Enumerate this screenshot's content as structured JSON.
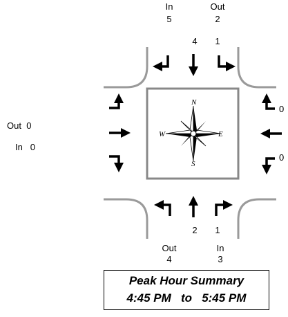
{
  "colors": {
    "road": "#9a9a9a",
    "arrow": "#000000",
    "box_border": "#888888"
  },
  "north": {
    "in_label": "In",
    "in_value": "5",
    "out_label": "Out",
    "out_value": "2",
    "lane_counts": [
      "4",
      "1"
    ]
  },
  "south": {
    "out_label": "Out",
    "out_value": "4",
    "in_label": "In",
    "in_value": "3",
    "lane_counts": [
      "2",
      "1"
    ]
  },
  "west": {
    "out_label": "Out",
    "out_value": "0",
    "in_label": "In",
    "in_value": "0"
  },
  "east": {
    "top_value": "0",
    "bottom_value": "0"
  },
  "compass": {
    "n": "N",
    "s": "S",
    "e": "E",
    "w": "W",
    "icon": "compass-rose-icon"
  },
  "summary": {
    "title": "Peak Hour Summary",
    "time_start": "4:45 PM",
    "to": "to",
    "time_end": "5:45 PM"
  }
}
